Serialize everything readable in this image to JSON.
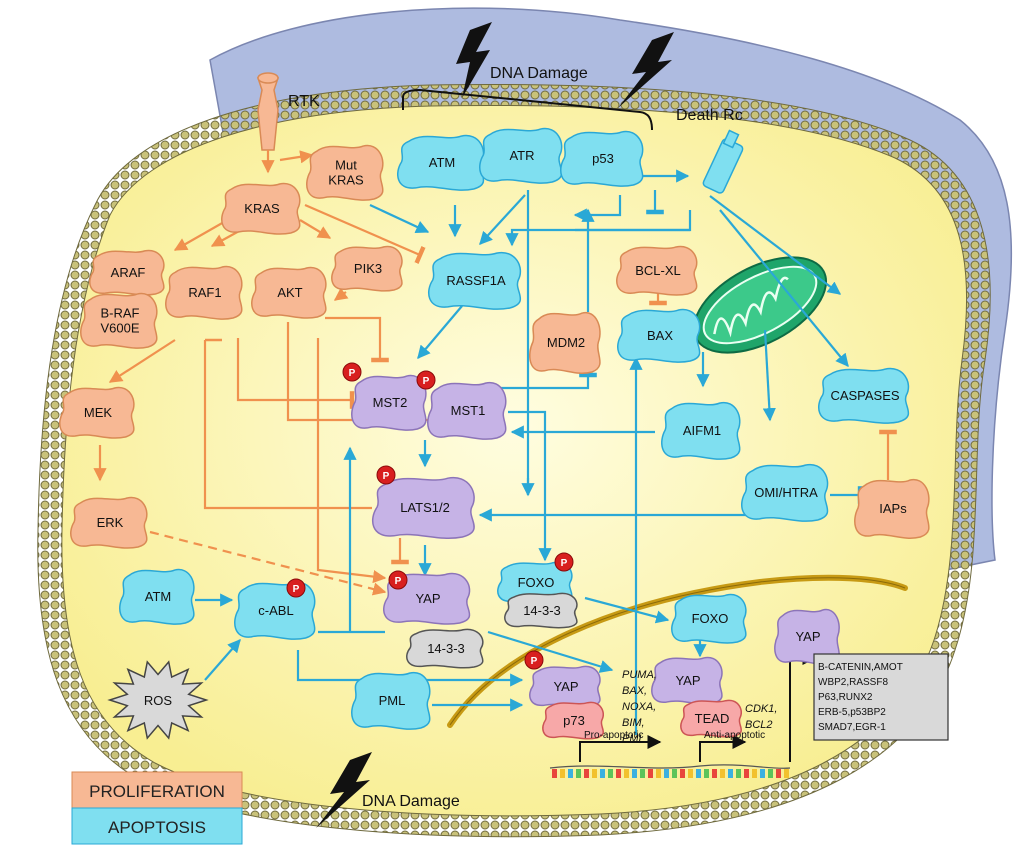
{
  "colors": {
    "proliferation": "#f7b894",
    "apoptosis": "#7fdff0",
    "hippo": "#c6b3e6",
    "orange_line": "#f0914e",
    "blue_line": "#2aa8d6",
    "cytoplasm": "#fcf6a8",
    "membrane": "#9c9a6c",
    "nucleus": "#d4a017",
    "extracellular": "#aebbe0"
  },
  "labels": {
    "dna_damage_top": "DNA Damage",
    "dna_damage_bottom": "DNA Damage",
    "rtk": "RTK",
    "death_rc": "Death Rc",
    "mut_kras_1": "Mut",
    "mut_kras_2": "KRAS",
    "kras": "KRAS",
    "araf": "ARAF",
    "braf_1": "B-RAF",
    "braf_2": "V600E",
    "raf1": "RAF1",
    "akt": "AKT",
    "pik3": "PIK3",
    "mek": "MEK",
    "erk": "ERK",
    "atm_top": "ATM",
    "atr": "ATR",
    "p53": "p53",
    "rassf1a": "RASSF1A",
    "bcl_xl": "BCL-XL",
    "bax": "BAX",
    "mdm2": "MDM2",
    "caspases": "CASPASES",
    "mst2": "MST2",
    "mst1": "MST1",
    "aifm1": "AIFM1",
    "lats": "LATS1/2",
    "omi": "OMI/HTRA",
    "iaps": "IAPs",
    "atm_left": "ATM",
    "c_abl": "c-ABL",
    "yap": "YAP",
    "fourteen_a": "14-3-3",
    "foxo_cyto": "FOXO",
    "fourteen_b": "14-3-3",
    "foxo_nuc": "FOXO",
    "yap_right": "YAP",
    "ros": "ROS",
    "pml": "PML",
    "yap_p73": "YAP",
    "p73": "p73",
    "yap_tead": "YAP",
    "tead": "TEAD",
    "puma_list": [
      "PUMA,",
      "BAX,",
      "NOXA,",
      "BIM,",
      "PML"
    ],
    "cdk_list": [
      "CDK1,",
      "BCL2"
    ],
    "pro_apoptotic": "Pro-apoptotic",
    "anti_apoptotic": "Anti-apoptotic",
    "target_genes": [
      "B-CATENIN,AMOT",
      "WBP2,RASSF8",
      "P63,RUNX2",
      "ERB-5,p53BP2",
      "SMAD7,EGR-1"
    ],
    "phospho": "P"
  },
  "legend": {
    "proliferation": "PROLIFERATION",
    "apoptosis": "APOPTOSIS"
  }
}
